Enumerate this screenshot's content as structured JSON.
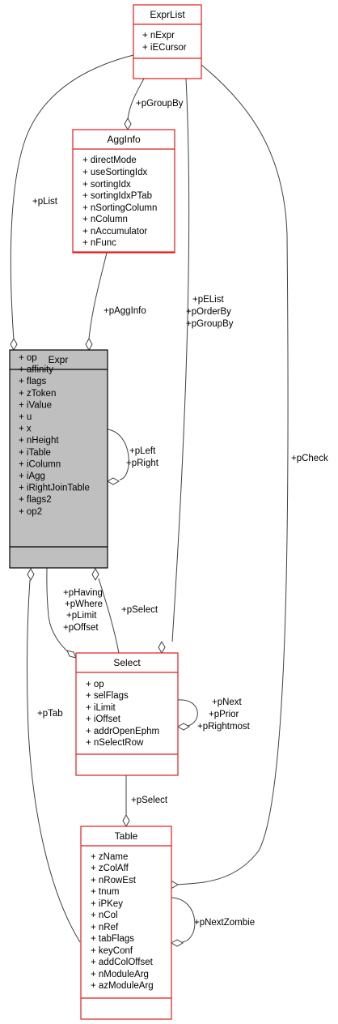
{
  "classes": {
    "exprlist": {
      "name": "ExprList",
      "attributes": [
        "+ nExpr",
        "+ iECursor"
      ]
    },
    "agginfo": {
      "name": "AggInfo",
      "attributes": [
        "+ directMode",
        "+ useSortingIdx",
        "+ sortingIdx",
        "+ sortingIdxPTab",
        "+ nSortingColumn",
        "+ nColumn",
        "+ nAccumulator",
        "+ nFunc"
      ]
    },
    "expr": {
      "name": "Expr",
      "attributes": [
        "+ op",
        "+ affinity",
        "+ flags",
        "+ zToken",
        "+ iValue",
        "+ u",
        "+ x",
        "+ nHeight",
        "+ iTable",
        "+ iColumn",
        "+ iAgg",
        "+ iRightJoinTable",
        "+ flags2",
        "+ op2"
      ]
    },
    "select": {
      "name": "Select",
      "attributes": [
        "+ op",
        "+ selFlags",
        "+ iLimit",
        "+ iOffset",
        "+ addrOpenEphm",
        "+ nSelectRow"
      ]
    },
    "table": {
      "name": "Table",
      "attributes": [
        "+ zName",
        "+ zColAff",
        "+ nRowEst",
        "+ tnum",
        "+ iPKey",
        "+ nCol",
        "+ nRef",
        "+ tabFlags",
        "+ keyConf",
        "+ addColOffset",
        "+ nModuleArg",
        "+ azModuleArg"
      ]
    }
  },
  "edges": {
    "plist": [
      "+pList"
    ],
    "pgroupby": [
      "+pGroupBy"
    ],
    "pagginfo": [
      "+pAggInfo"
    ],
    "pleft": [
      "+pLeft",
      "+pRight"
    ],
    "pelist": [
      "+pEList",
      "+pOrderBy",
      "+pGroupBy"
    ],
    "pcheck": [
      "+pCheck"
    ],
    "phaving": [
      "+pHaving",
      "+pWhere",
      "+pLimit",
      "+pOffset"
    ],
    "pselect_expr": [
      "+pSelect"
    ],
    "ptab": [
      "+pTab"
    ],
    "pnext": [
      "+pNext",
      "+pPrior",
      "+pRightmost"
    ],
    "pselect_table": [
      "+pSelect"
    ],
    "pnextzombie": [
      "+pNextZombie"
    ]
  },
  "colors": {
    "box_border": "#e31a1c",
    "focus_fill": "#bfbfbf",
    "focus_border": "#000000",
    "edge": "#404040"
  }
}
